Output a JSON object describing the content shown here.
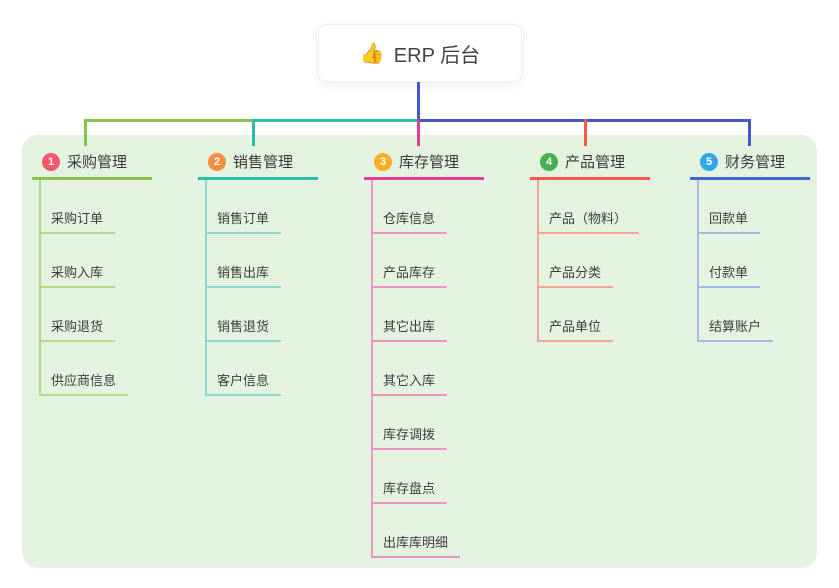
{
  "root": {
    "icon": "👍",
    "label": "ERP 后台"
  },
  "canvas": {
    "page_bg": "#ffffff",
    "panel_bg": "#e4f2e0",
    "connector_color": "#4657c8"
  },
  "branches": [
    {
      "number": "1",
      "label": "采购管理",
      "badge_color": "#f4596e",
      "line_color": "#8bc34a",
      "child_line_color": "#b6d989",
      "children": [
        "采购订单",
        "采购入库",
        "采购退货",
        "供应商信息"
      ]
    },
    {
      "number": "2",
      "label": "销售管理",
      "badge_color": "#f78d3f",
      "line_color": "#2abdab",
      "child_line_color": "#8fd8cd",
      "children": [
        "销售订单",
        "销售出库",
        "销售退货",
        "客户信息"
      ]
    },
    {
      "number": "3",
      "label": "库存管理",
      "badge_color": "#fbae27",
      "line_color": "#e23d98",
      "child_line_color": "#ef94c5",
      "children": [
        "仓库信息",
        "产品库存",
        "其它出库",
        "其它入库",
        "库存调拨",
        "库存盘点",
        "出库库明细"
      ]
    },
    {
      "number": "4",
      "label": "产品管理",
      "badge_color": "#45b14e",
      "line_color": "#f8554d",
      "child_line_color": "#f8a29c",
      "children": [
        "产品（物料）",
        "产品分类",
        "产品单位"
      ]
    },
    {
      "number": "5",
      "label": "财务管理",
      "badge_color": "#33a6e6",
      "line_color": "#3f68cb",
      "child_line_color": "#a4bce5",
      "children": [
        "回款单",
        "付款单",
        "结算账户"
      ]
    }
  ]
}
